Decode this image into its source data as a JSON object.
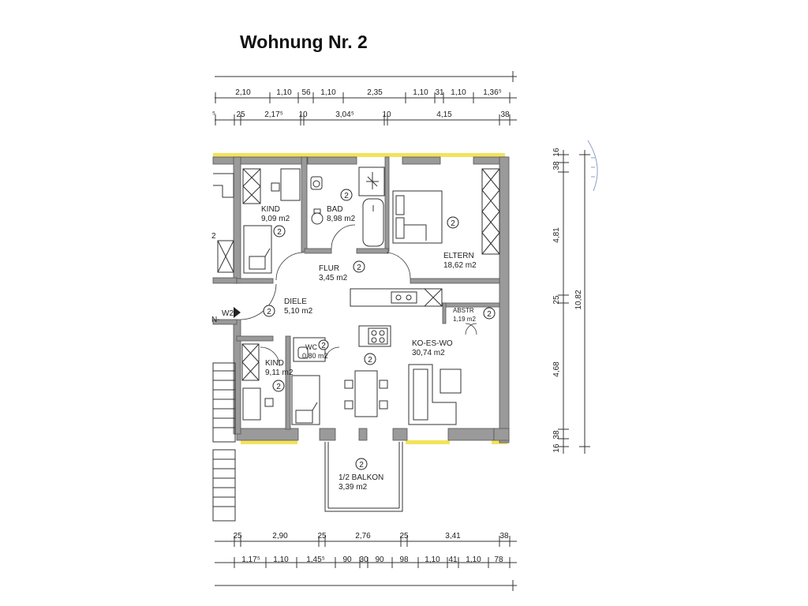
{
  "title": "Wohnung Nr. 2",
  "colors": {
    "wall": "#9a9a9a",
    "window": "#f2e35c",
    "line": "#333333",
    "background": "#ffffff"
  },
  "dims": {
    "top1": [
      "2,10",
      "1,10",
      "56",
      "1,10",
      "2,35",
      "1,10",
      "31",
      "1,10",
      "1,36⁵"
    ],
    "top2": [
      "⁵",
      "25",
      "2,17⁵",
      "10",
      "3,04⁵",
      "10",
      "4,15",
      "38"
    ],
    "bottom1": [
      "25",
      "2,90",
      "25",
      "2,76",
      "25",
      "3,41",
      "38"
    ],
    "bottom2": [
      "1,17⁵",
      "1,10",
      "1,45⁵",
      "90",
      "30",
      "90",
      "98",
      "1,10",
      "41",
      "1,10",
      "78"
    ],
    "right1": [
      "16",
      "38",
      "4,81",
      "25",
      "4,68",
      "38",
      "16"
    ],
    "right2": "10,82"
  },
  "rooms": {
    "kind1": {
      "name": "KIND",
      "area": "9,09 m2"
    },
    "bad": {
      "name": "BAD",
      "area": "8,98 m2"
    },
    "eltern": {
      "name": "ELTERN",
      "area": "18,62 m2"
    },
    "flur": {
      "name": "FLUR",
      "area": "3,45 m2"
    },
    "diele": {
      "name": "DIELE",
      "area": "5,10 m2"
    },
    "abstr": {
      "name": "ABSTR",
      "area": "1,19 m2"
    },
    "kowo": {
      "name": "KO-ES-WO",
      "area": "30,74 m2"
    },
    "wc": {
      "name": "WC",
      "area": "0,80 m2"
    },
    "kind2": {
      "name": "KIND",
      "area": "9,11 m2"
    },
    "balkon": {
      "name": "1/2 BALKON",
      "area": "3,39 m2"
    }
  },
  "marker": "2",
  "neighbor": "2",
  "entrance": {
    "left": "N-",
    "code": "W2"
  }
}
